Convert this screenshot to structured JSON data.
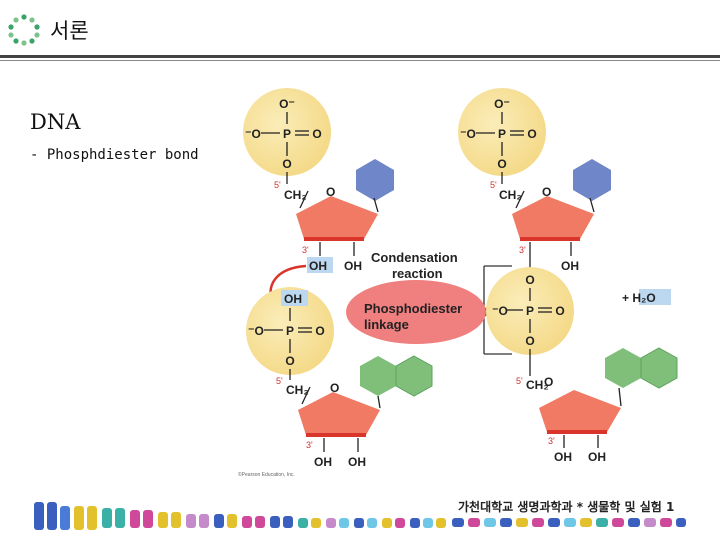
{
  "header": {
    "title": "서론",
    "logo_icon": "ring-logo-icon"
  },
  "main": {
    "title": "DNA",
    "subtitle": "- Phosphdiester bond"
  },
  "diagram": {
    "phosphate": {
      "o_minus": "O⁻",
      "o_minus_left": "⁻O",
      "p": "P",
      "o": "O"
    },
    "sugar": {
      "ch2": "CH₂",
      "five_prime": "5'",
      "three_prime": "3'",
      "ring_o": "O",
      "oh": "OH"
    },
    "condensation_label_1": "Condensation",
    "condensation_label_2": "reaction",
    "phosphodiester_label_1": "Phosphodiester",
    "phosphodiester_label_2": "linkage",
    "water": "+ H₂O",
    "credit": "©Pearson Education, Inc.",
    "colors": {
      "phosphate": "#f3d782",
      "sugar": "#f07a63",
      "sugar_edge": "#d9352b",
      "purine_blue": "#6f86c8",
      "pyrimidine_green": "#7fbf7a",
      "highlight_box": "#bcd8f0",
      "linkage_oval": "#f07f7f"
    }
  },
  "footer": {
    "text": "가천대학교 생명과학과 * 생물학 및 실험 1"
  }
}
